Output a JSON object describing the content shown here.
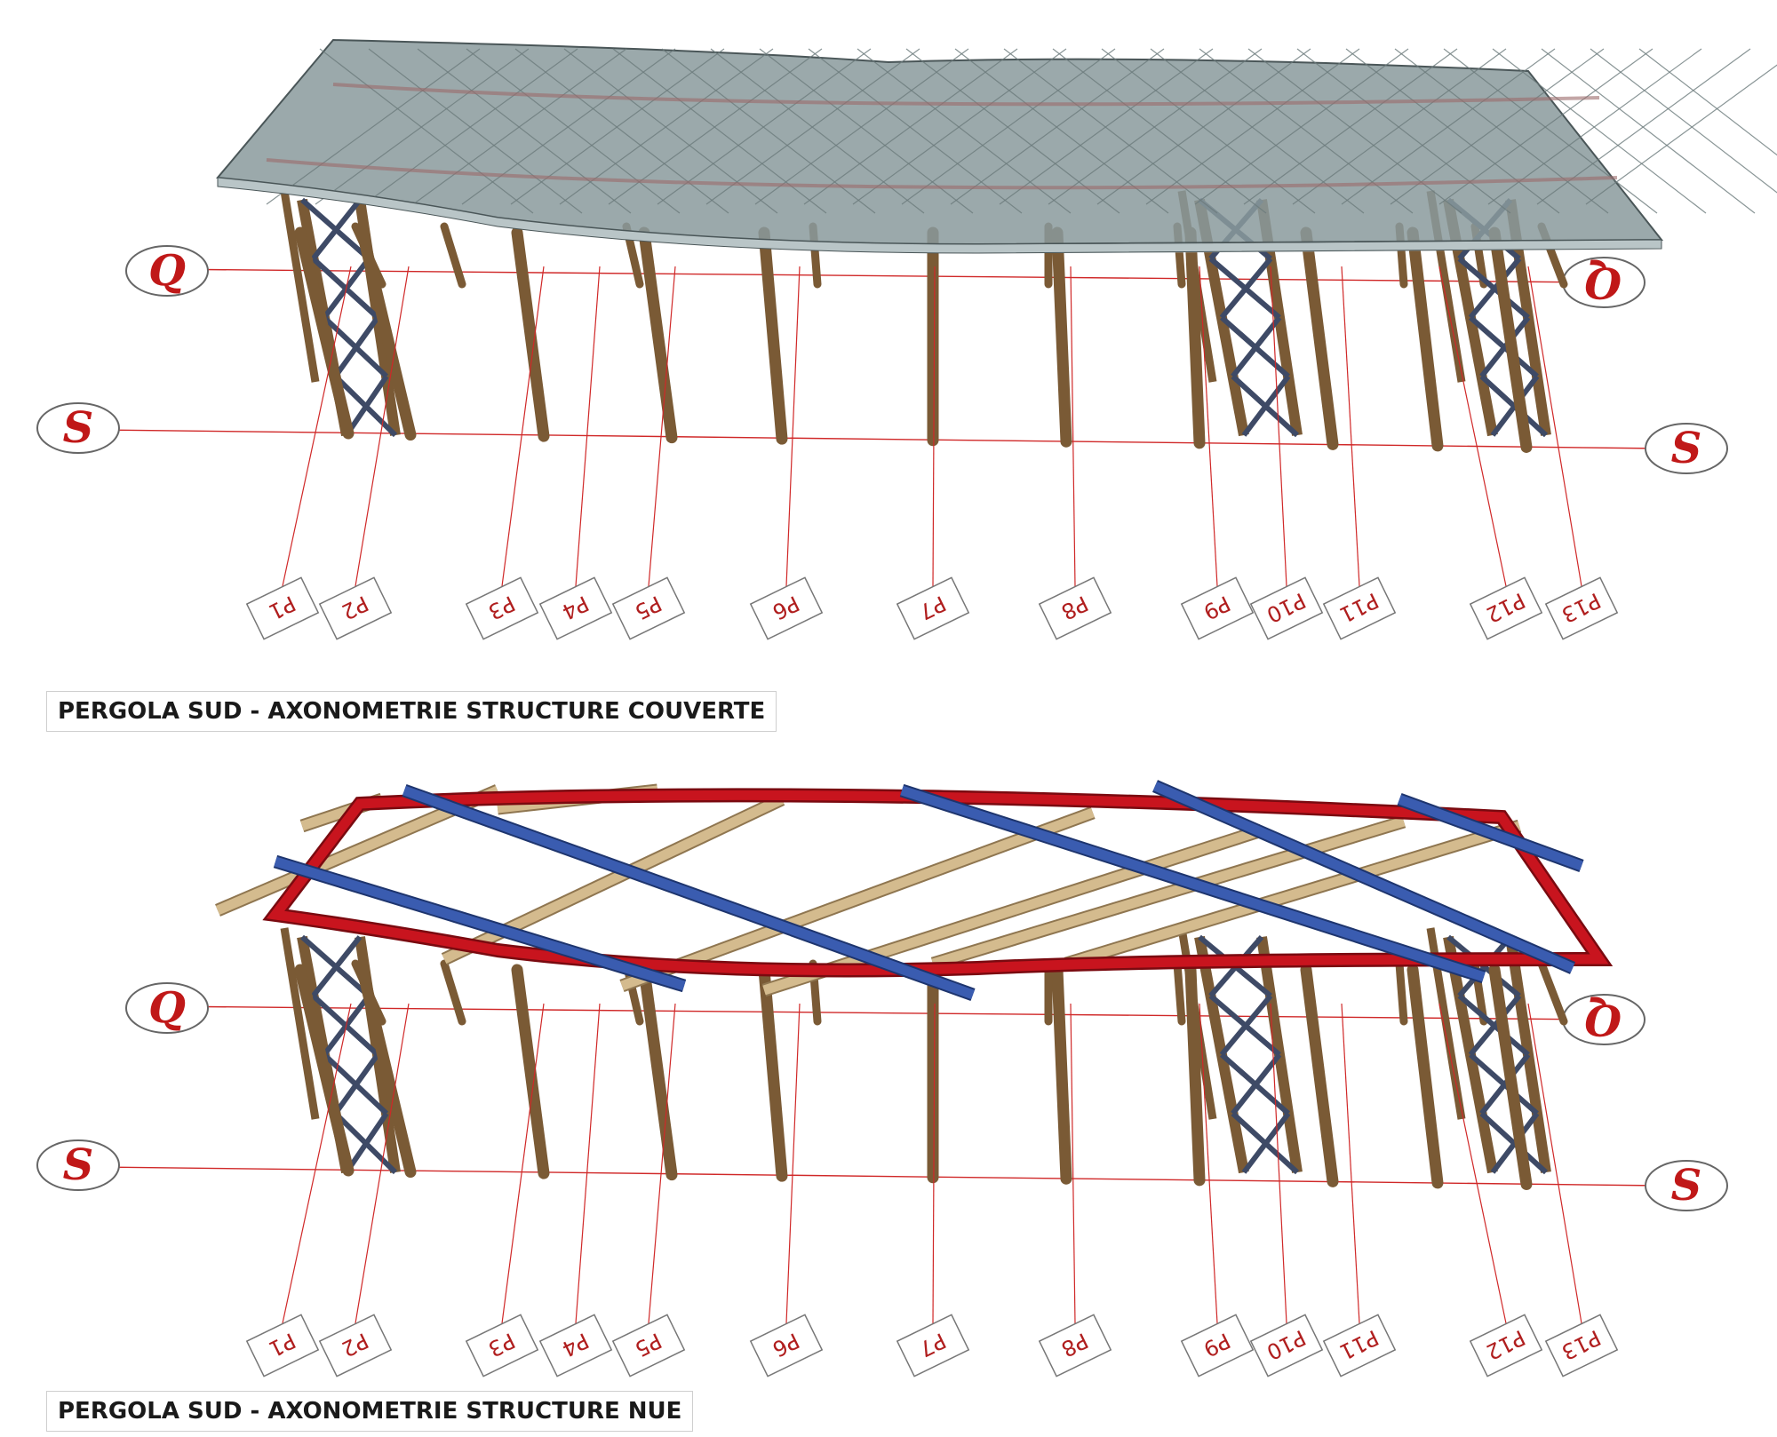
{
  "captions": {
    "top": "PERGOLA SUD - AXONOMETRIE STRUCTURE COUVERTE",
    "bottom": "PERGOLA SUD - AXONOMETRIE STRUCTURE NUE"
  },
  "grid_lines": [
    "Q",
    "S"
  ],
  "post_labels": [
    "P1",
    "P2",
    "P3",
    "P4",
    "P5",
    "P6",
    "P7",
    "P8",
    "P9",
    "P10",
    "P11",
    "P12",
    "P13"
  ],
  "colors": {
    "post": "#7a5a35",
    "bracing": "#3e4a66",
    "red_beam": "#c8141e",
    "blue_beam": "#3a5cb0",
    "wood_beam": "#d4bb8e",
    "roof": "#8a9a9c",
    "annotation": "#d02828"
  }
}
